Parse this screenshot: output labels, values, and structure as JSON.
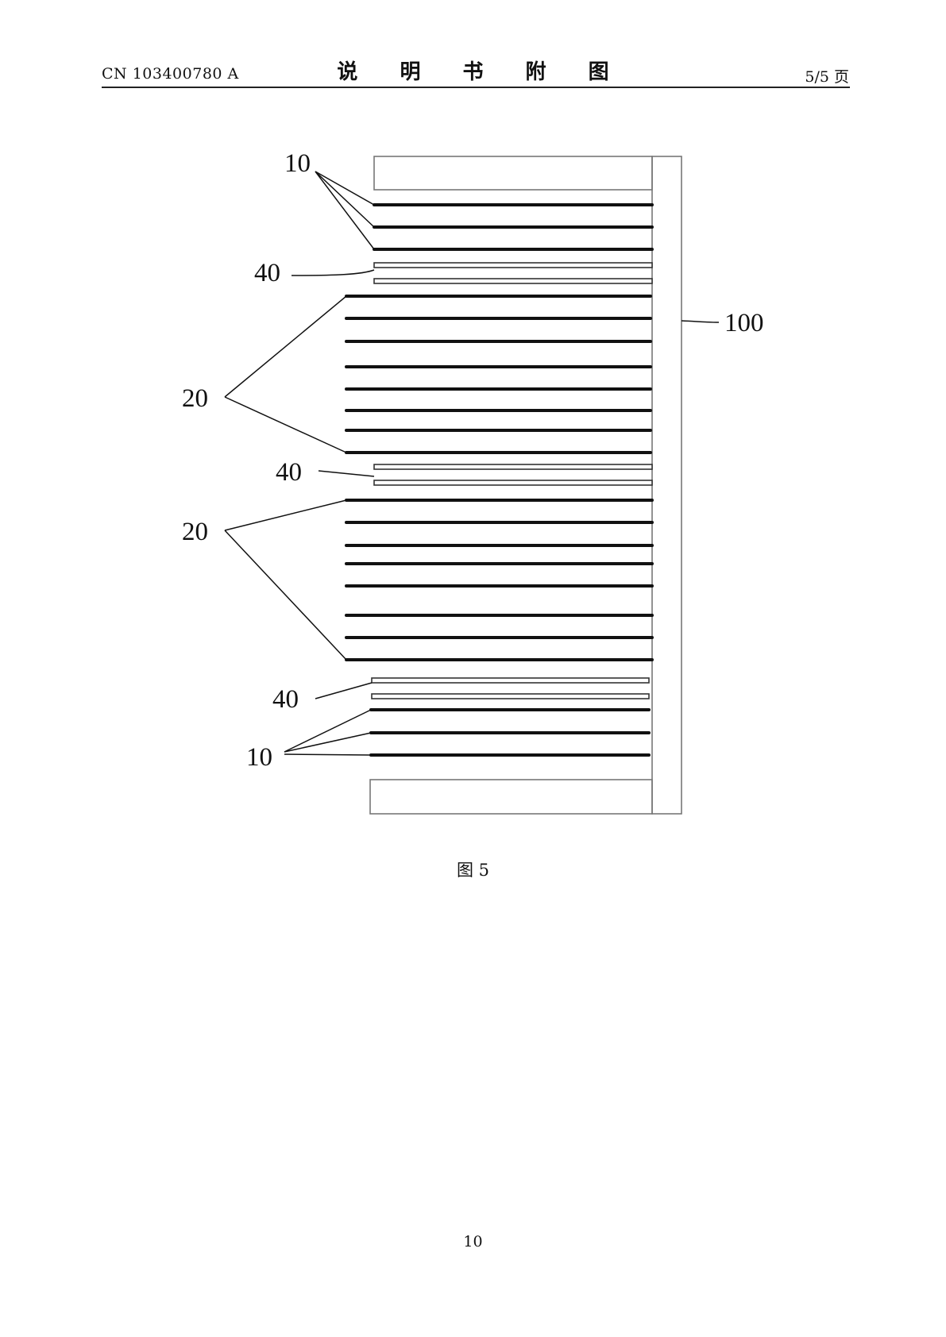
{
  "header": {
    "doc_number": "CN 103400780 A",
    "section_title": "说 明 书 附 图",
    "page_fraction": "5/5 页"
  },
  "figure": {
    "caption": "图 5",
    "labels": {
      "top_10": "10",
      "top_40": "40",
      "middle_20_a": "20",
      "middle_40": "40",
      "middle_20_b": "20",
      "bottom_40": "40",
      "bottom_10": "10",
      "right_100": "100"
    }
  },
  "footer": {
    "page_number": "10"
  }
}
